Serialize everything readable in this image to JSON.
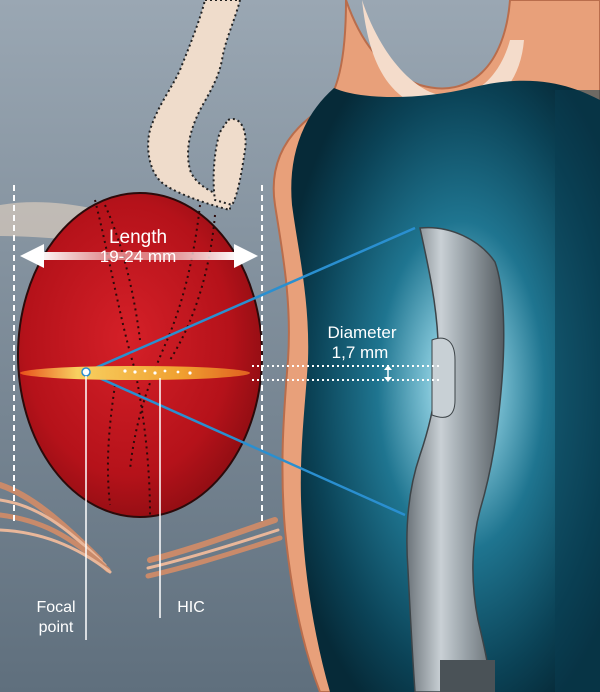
{
  "labels": {
    "length_title": "Length",
    "length_value": "19-24 mm",
    "diameter_title": "Diameter",
    "diameter_value": "1,7 mm",
    "focal_line1": "Focal",
    "focal_line2": "point",
    "hic": "HIC"
  },
  "colors": {
    "background": "#6f7f8d",
    "prostate": "#c8151b",
    "rectal_wall": "#e8a07a",
    "probe_fluid": "#0f5a72",
    "transducer": "#9aa4ab",
    "beam_line": "#2a8fd0",
    "lesion": "#f0a030"
  }
}
